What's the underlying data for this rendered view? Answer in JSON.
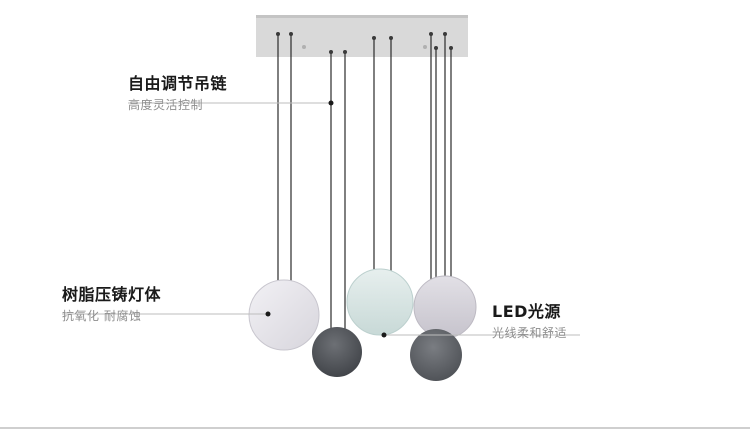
{
  "callouts": {
    "chain": {
      "title": "自由调节吊链",
      "subtitle": "高度灵活控制"
    },
    "body": {
      "title": "树脂压铸灯体",
      "subtitle": "抗氧化 耐腐蚀"
    },
    "led": {
      "title": "LED光源",
      "subtitle": "光线柔和舒适"
    }
  },
  "colors": {
    "canopy": "#d9d9d9",
    "cable": "#2b2b2b",
    "leader": "#bdbdbd",
    "globe_white": "#e6e4ea",
    "globe_mint": "#d7e5e3",
    "globe_lavender": "#d6d3db",
    "globe_gray": "#6b6d71",
    "globe_dark": "#4c4f55"
  }
}
